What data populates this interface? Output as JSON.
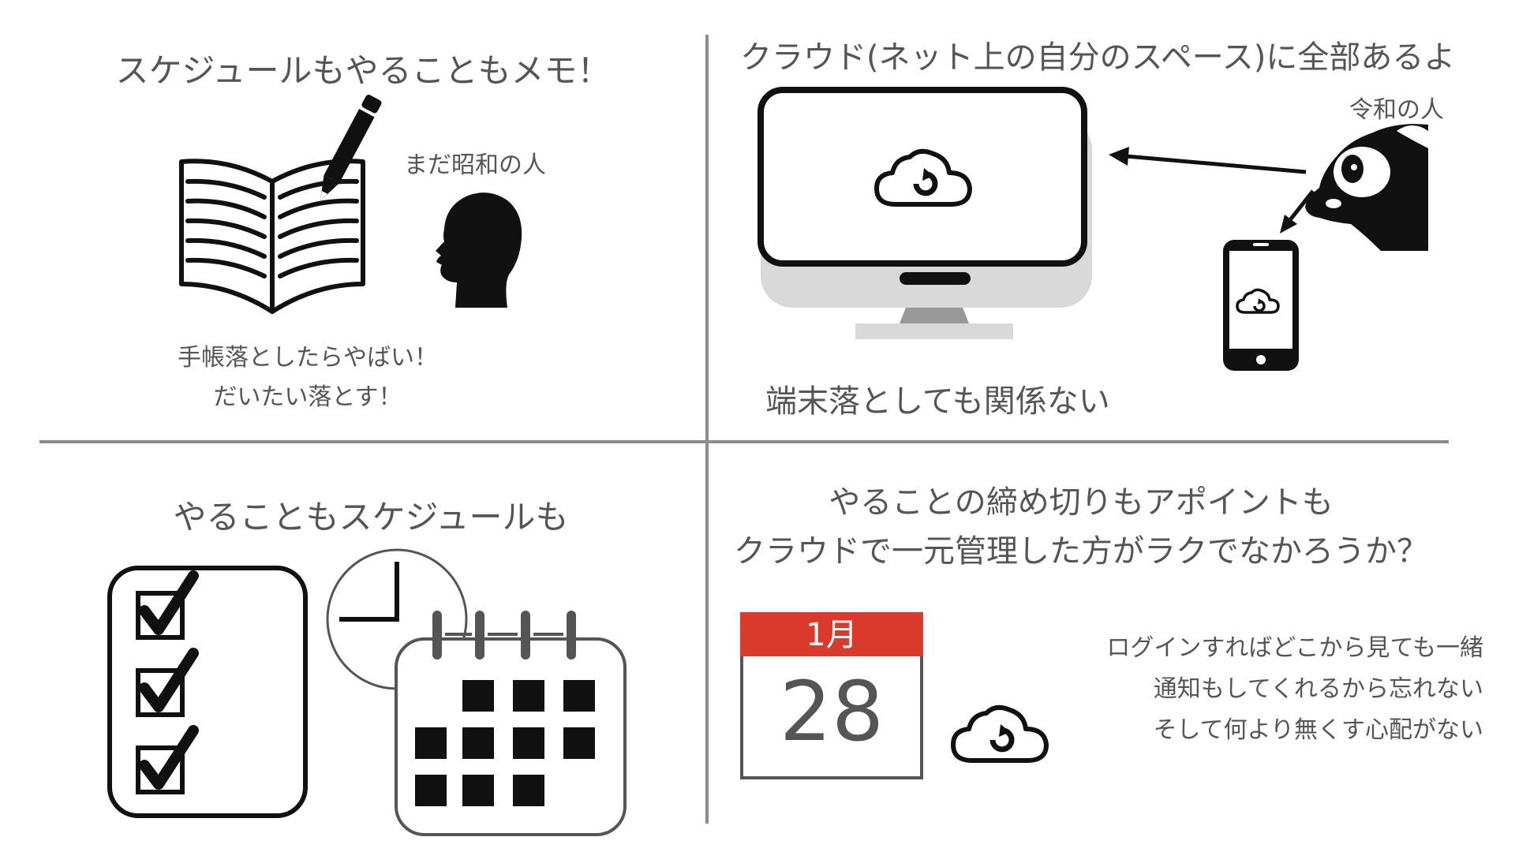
{
  "quadrants": {
    "top_left": {
      "title": "スケジュールもやることもメモ！",
      "person_label": "まだ昭和の人",
      "caption_line1": "手帳落としたらやばい！",
      "caption_line2": "だいたい落とす！",
      "icons": [
        "open-notebook-icon",
        "pencil-icon",
        "head-silhouette-icon"
      ]
    },
    "top_right": {
      "title": "クラウド(ネット上の自分のスペース)に全部あるよ",
      "person_label": "令和の人",
      "caption": "端末落としても関係ない",
      "icons": [
        "desktop-monitor-icon",
        "cloud-sync-icon",
        "smartphone-icon",
        "panda-icon",
        "arrow-icon"
      ]
    },
    "bottom_left": {
      "title": "やることもスケジュールも",
      "icons": [
        "checklist-icon",
        "clock-icon",
        "calendar-icon"
      ]
    },
    "bottom_right": {
      "title_line1": "やることの締め切りもアポイントも",
      "title_line2": "クラウドで一元管理した方がラクでなかろうか？",
      "calendar_month": "1月",
      "calendar_day": "28",
      "note_line1": "ログインすればどこから見ても一緒",
      "note_line2": "通知もしてくれるから忘れない",
      "note_line3": "そして何より無くす心配がない",
      "icons": [
        "calendar-date-icon",
        "cloud-sync-icon"
      ]
    }
  },
  "colors": {
    "text": "#555555",
    "divider": "#8c8c8c",
    "icon": "#111111",
    "calendar_header": "#d93a2b",
    "monitor_base": "#d9d9d9"
  }
}
